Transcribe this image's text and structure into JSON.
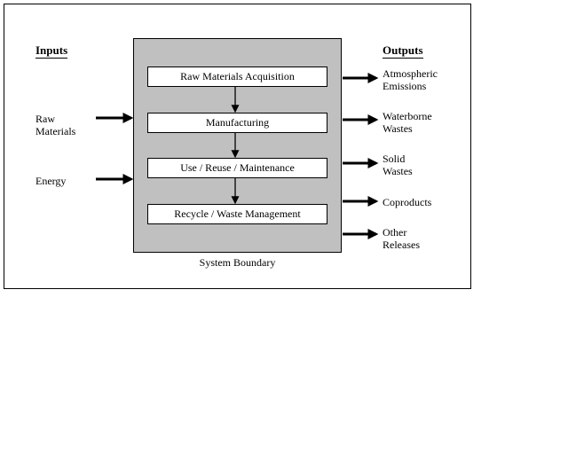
{
  "diagram": {
    "inputs_heading": "Inputs",
    "outputs_heading": "Outputs",
    "inputs": [
      "Raw\nMaterials",
      "Energy"
    ],
    "stages": [
      "Raw Materials Acquisition",
      "Manufacturing",
      "Use / Reuse / Maintenance",
      "Recycle / Waste Management"
    ],
    "outputs": [
      "Atmospheric\nEmissions",
      "Waterborne\nWastes",
      "Solid\nWastes",
      "Coproducts",
      "Other\nReleases"
    ],
    "system_boundary": "System Boundary"
  }
}
